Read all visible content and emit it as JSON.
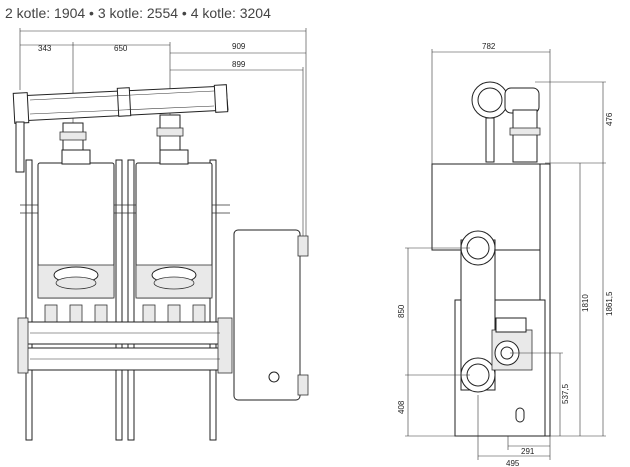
{
  "header": {
    "title": "2 kotle: 1904 • 3 kotle: 2554 • 4 kotle: 3204"
  },
  "front_view": {
    "dims": {
      "d343": "343",
      "d650": "650",
      "d909": "909",
      "d899": "899"
    }
  },
  "side_view": {
    "dims": {
      "d782": "782",
      "d476": "476",
      "d850": "850",
      "d408": "408",
      "d1810": "1810",
      "d1861_5": "1861,5",
      "d537_5": "537,5",
      "d291": "291",
      "d495": "495"
    }
  },
  "colors": {
    "line": "#333333",
    "panel_fill": "#e9e9e9"
  }
}
